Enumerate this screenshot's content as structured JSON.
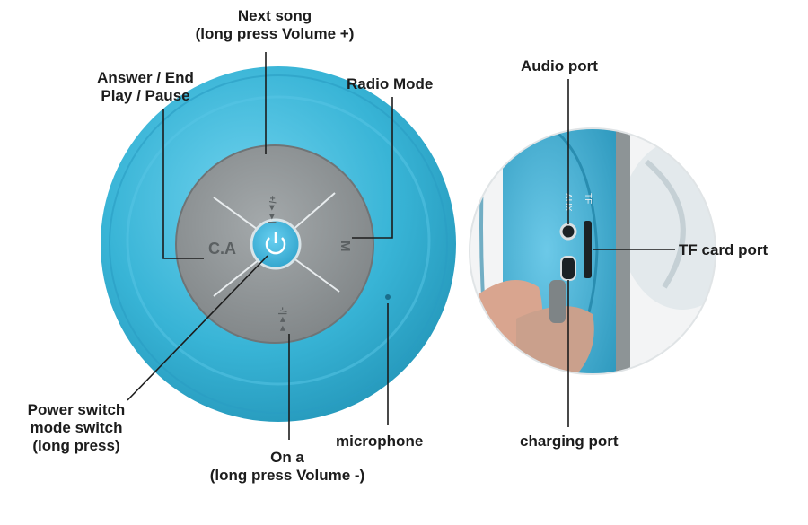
{
  "labels": {
    "next_song": {
      "line1": "Next song",
      "line2": "(long press Volume +)"
    },
    "answer_end": {
      "line1": "Answer / End",
      "line2": "Play / Pause"
    },
    "radio_mode": "Radio Mode",
    "power_switch": {
      "line1": "Power switch",
      "line2": "mode switch",
      "line3": "(long press)"
    },
    "previous": {
      "line1": "On a",
      "line2": "(long press Volume -)"
    },
    "microphone": "microphone",
    "audio_port": "Audio port",
    "tf_card_port": "TF card port",
    "charging_port": "charging port"
  },
  "device_markings": {
    "answer_key": "C.A",
    "mode_key": "M",
    "next_key": "+/►►|",
    "prev_key": "-/|◄◄",
    "aux": "AUX",
    "tf": "TF"
  },
  "colors": {
    "body_blue": "#38b4d6",
    "panel_gray": "#8f9496",
    "accent_button": "#3fb5db"
  }
}
